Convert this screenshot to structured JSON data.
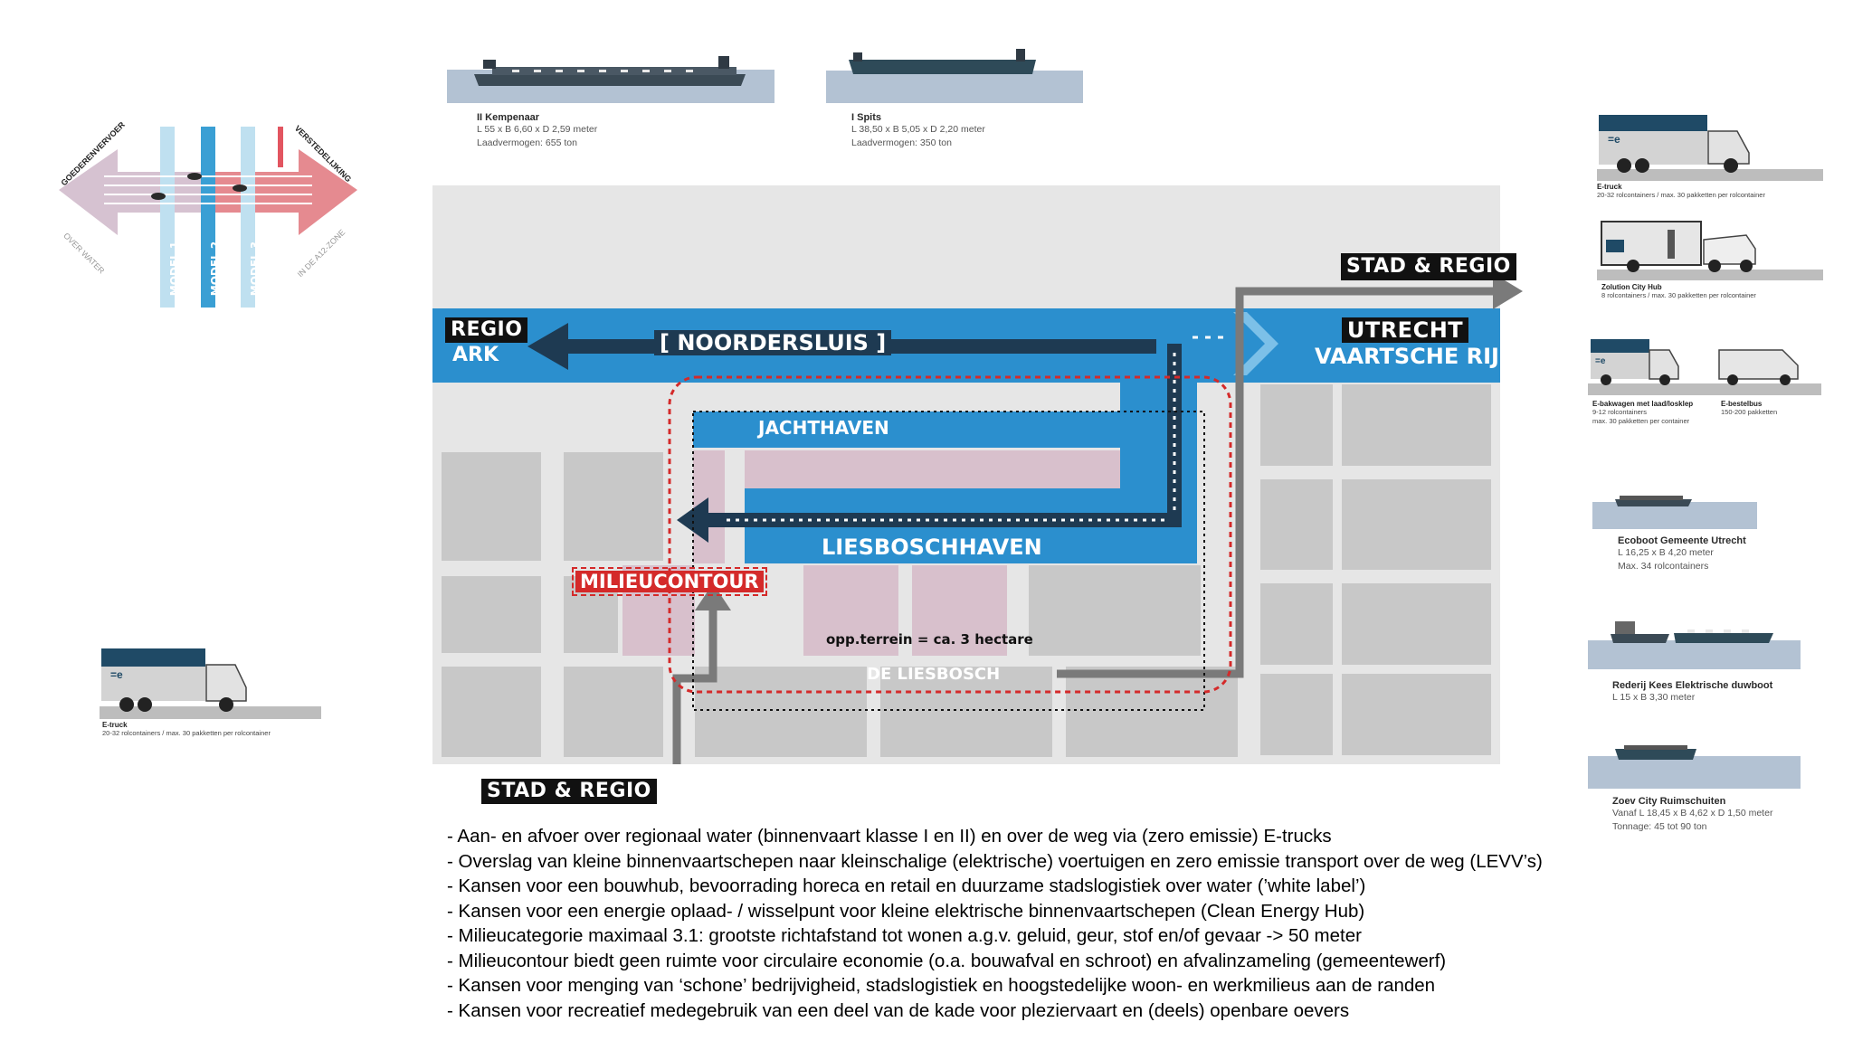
{
  "ships": {
    "kempenaar": {
      "title": "II Kempenaar",
      "line1": "L 55 x B 6,60 x D 2,59 meter",
      "line2": "Laadvermogen: 655 ton"
    },
    "spits": {
      "title": "I Spits",
      "line1": "L 38,50 x B 5,05 x D 2,20 meter",
      "line2": "Laadvermogen: 350 ton"
    }
  },
  "models": {
    "left_top": "GOEDERENVERVOER",
    "left_bottom": "OVER WATER",
    "right_top": "VERSTEDELIJKING",
    "right_bottom": "IN DE A12-ZONE",
    "bars": [
      "MODEL 1",
      "MODEL 2",
      "MODEL 3"
    ]
  },
  "map": {
    "stad_regio_top": "STAD & REGIO",
    "regio_ark_1": "REGIO",
    "regio_ark_2": "ARK",
    "noordersluis": "[ NOORDERSLUIS ]",
    "utrecht_1": "UTRECHT",
    "utrecht_2": "VAARTSCHE RIJN",
    "jachthaven": "JACHTHAVEN",
    "liesboschhaven": "LIESBOSCHHAVEN",
    "milieucontour": "MILIEUCONTOUR",
    "opp_terrein": "opp.terrein = ca. 3 hectare",
    "de_liesbosch": "DE LIESBOSCH",
    "stad_regio_bottom": "STAD & REGIO"
  },
  "left_truck": {
    "title": "E-truck",
    "line1": "20-32 rolcontainers / max. 30 pakketten per rolcontainer"
  },
  "vehicles": {
    "etruck": {
      "title": "E-truck",
      "line1": "20-32 rolcontainers / max. 30 pakketten per rolcontainer"
    },
    "zolution": {
      "title": "Zolution City Hub",
      "line1": "8 rolcontainers / max. 30 pakketten per rolcontainer"
    },
    "ebakwagen": {
      "title": "E-bakwagen met laad/losklep",
      "line1": "9-12 rolcontainers",
      "line2": "max. 30 pakketten per container"
    },
    "ebestelbus": {
      "title": "E-bestelbus",
      "line1": "150-200 pakketten"
    }
  },
  "boats": {
    "ecoboot": {
      "title": "Ecoboot Gemeente Utrecht",
      "line1": "L 16,25 x B 4,20 meter",
      "line2": "Max. 34 rolcontainers"
    },
    "kees": {
      "title": "Rederij Kees Elektrische duwboot",
      "line1": "L 15 x B 3,30 meter"
    },
    "zoev": {
      "title": "Zoev City Ruimschuiten",
      "line1": "Vanaf L 18,45 x B 4,62 x D 1,50 meter",
      "line2": "Tonnage: 45 tot 90 ton"
    }
  },
  "bullets": [
    "- Aan- en afvoer over regionaal water (binnenvaart klasse I en II) en over de weg via (zero emissie) E-trucks",
    "- Overslag van kleine binnenvaartschepen naar kleinschalige (elektrische) voertuigen en zero emissie transport over de weg (LEVV’s)",
    "- Kansen voor een bouwhub, bevoorrading horeca en retail en duurzame stadslogistiek over water (’white label’)",
    "- Kansen voor een energie oplaad- / wisselpunt voor kleine elektrische binnenvaartschepen (Clean Energy Hub)",
    "- Milieucategorie maximaal 3.1: grootste richtafstand tot wonen a.g.v. geluid, geur, stof en/of gevaar -> 50 meter",
    "- Milieucontour biedt geen ruimte voor circulaire economie (o.a. bouwafval en schroot) en afvalinzameling (gemeentewerf)",
    "- Kansen voor menging van ‘schone’ bedrijvigheid, stadslogistiek en hoogstedelijke woon- en werkmilieus aan de randen",
    "- Kansen voor recreatief medegebruik van een deel van de kade voor pleziervaart en (deels) openbare oevers"
  ],
  "colors": {
    "water_blue": "#2b8fce",
    "dark_navy": "#1e3a52",
    "pink": "#d8c0cc",
    "grey_block": "#c8c8c8",
    "red_dotted": "#d42a2a"
  }
}
